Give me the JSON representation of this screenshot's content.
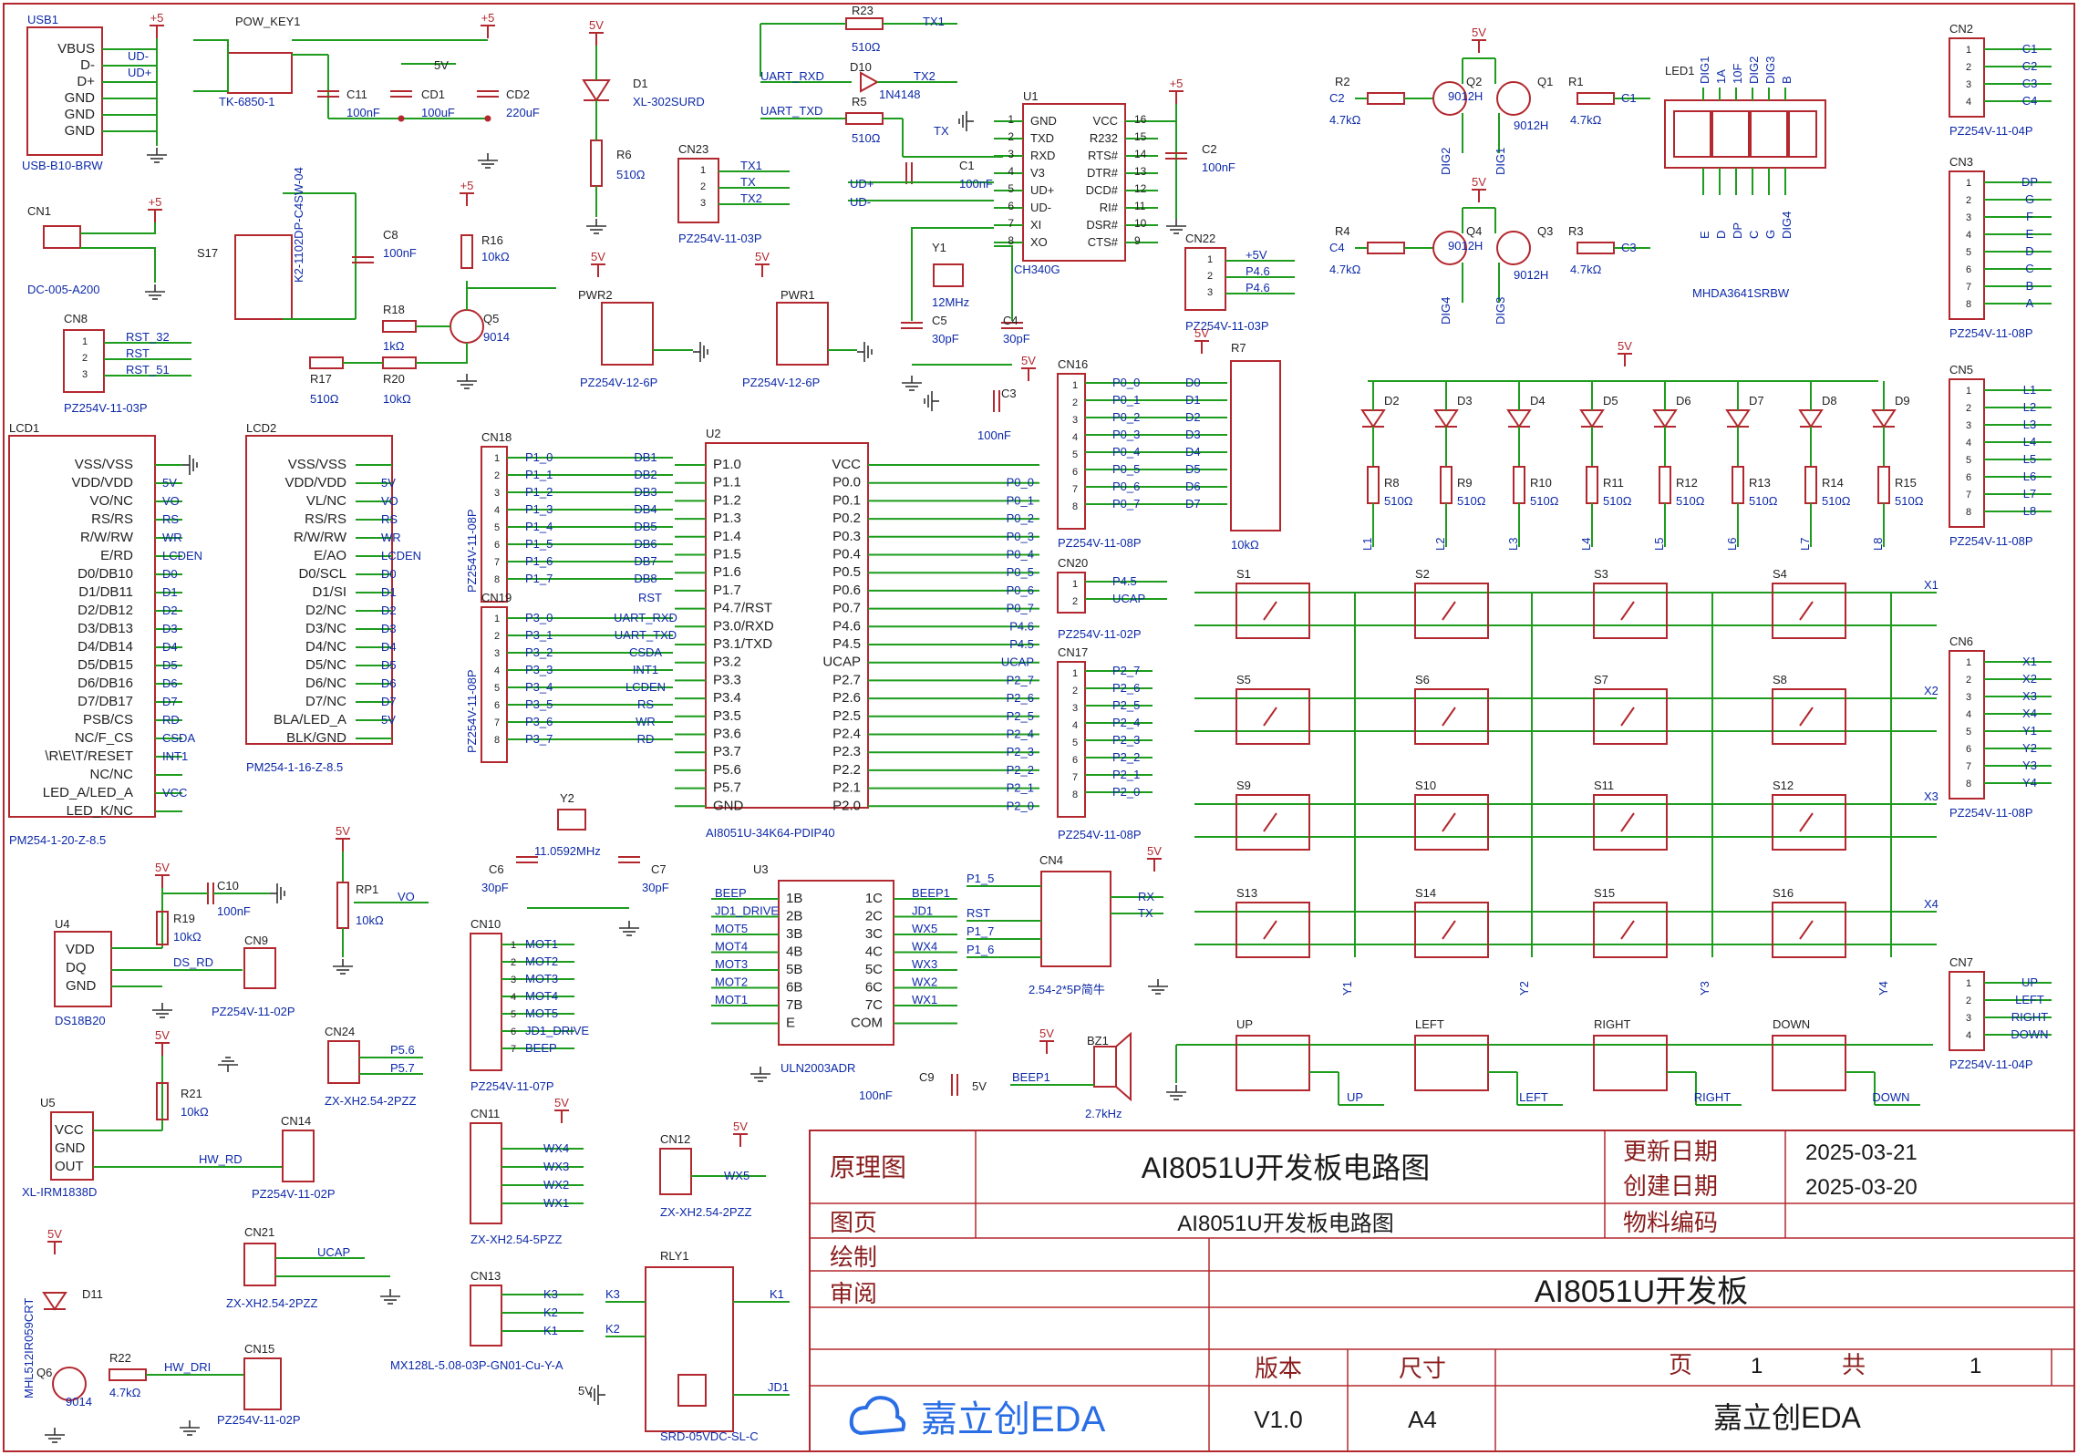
{
  "title_block": {
    "row1_label": "原理图",
    "main_title": "AI8051U开发板电路图",
    "update_label": "更新日期",
    "update_date": "2025-03-21",
    "create_label": "创建日期",
    "create_date": "2025-03-20",
    "page_label": "图页",
    "page_title": "AI8051U开发板电路图",
    "material_label": "物料编码",
    "drawn_label": "绘制",
    "review_label": "审阅",
    "board_name": "AI8051U开发板",
    "version_label": "版本",
    "size_label": "尺寸",
    "page_word": "页",
    "page_num": "1",
    "total_word": "共",
    "total_num": "1",
    "version": "V1.0",
    "size": "A4",
    "company": "嘉立创EDA",
    "logo_text": "嘉立创EDA"
  },
  "components": {
    "usb1": {
      "ref": "USB1",
      "part": "USB-B10-BRW",
      "pins": [
        "VBUS",
        "D-",
        "D+",
        "GND",
        "GND",
        "GND"
      ],
      "nets": [
        "UD-",
        "UD+"
      ],
      "power": "+5"
    },
    "pow_key1": {
      "ref": "POW_KEY1",
      "part": "TK-6850-1",
      "c11": "C11",
      "c11v": "100nF",
      "cd1": "CD1",
      "cd1v": "100uF",
      "cd2": "CD2",
      "cd2v": "220uF",
      "net": "5V",
      "power": "+5"
    },
    "cn1": {
      "ref": "CN1",
      "part": "DC-005-A200",
      "power": "+5"
    },
    "s17": {
      "ref": "S17",
      "part": "K2-1102DP-C4SW-04"
    },
    "c8": {
      "ref": "C8",
      "val": "100nF"
    },
    "r18": {
      "ref": "R18",
      "val": "1kΩ"
    },
    "r17": {
      "ref": "R17",
      "val": "510Ω"
    },
    "r20": {
      "ref": "R20",
      "val": "10kΩ"
    },
    "r16": {
      "ref": "R16",
      "val": "10kΩ"
    },
    "q5": {
      "ref": "Q5",
      "val": "9014"
    },
    "rst_nets": [
      "RST_51",
      "RST_32"
    ],
    "cn8": {
      "ref": "CN8",
      "part": "PZ254V-11-03P",
      "nets": [
        "RST_32",
        "RST",
        "RST_51"
      ]
    },
    "d1": {
      "ref": "D1",
      "part": "XL-302SURD",
      "r6": "R6",
      "r6v": "510Ω",
      "v": "5V"
    },
    "cn23": {
      "ref": "CN23",
      "part": "PZ254V-11-03P",
      "nets": [
        "TX1",
        "TX",
        "TX2"
      ]
    },
    "pwr2": {
      "ref": "PWR2",
      "part": "PZ254V-12-6P",
      "v": "5V"
    },
    "pwr1": {
      "ref": "PWR1",
      "part": "PZ254V-12-6P",
      "v": "5V"
    },
    "uart": {
      "r23": "R23",
      "r23v": "510Ω",
      "tx1": "TX1",
      "rxd": "UART_RXD",
      "d10": "D10",
      "d10v": "1N4148",
      "tx2": "TX2",
      "txd": "UART_TXD",
      "r5": "R5",
      "r5v": "510Ω",
      "tx": "TX"
    },
    "u1": {
      "ref": "U1",
      "part": "CH340G",
      "left": [
        "GND",
        "TXD",
        "RXD",
        "V3",
        "UD+",
        "UD-",
        "XI",
        "XO"
      ],
      "right": [
        "VCC",
        "R232",
        "RTS#",
        "DTR#",
        "DCD#",
        "RI#",
        "DSR#",
        "CTS#"
      ],
      "lnum": [
        "1",
        "2",
        "3",
        "4",
        "5",
        "6",
        "7",
        "8"
      ],
      "rnum": [
        "16",
        "15",
        "14",
        "13",
        "12",
        "11",
        "10",
        "9"
      ],
      "c1": "C1",
      "c1v": "100nF",
      "c2": "C2",
      "c2v": "100nF",
      "y1": "Y1",
      "y1v": "12MHz",
      "c5": "C5",
      "c5v": "30pF",
      "c4": "C4",
      "c4v": "30pF",
      "power": "+5",
      "udp": "UD+",
      "udm": "UD-"
    },
    "cn22": {
      "ref": "CN22",
      "part": "PZ254V-11-03P",
      "nets": [
        "+5V",
        "P4.6",
        "P4.6"
      ]
    },
    "q_led": {
      "c2": "C2",
      "r2": "R2",
      "r2v": "4.7kΩ",
      "q2": "Q2",
      "q2v": "9012H",
      "q1": "Q1",
      "q1v": "9012H",
      "r1": "R1",
      "r1v": "4.7kΩ",
      "c1": "C1",
      "dig2": "DIG2",
      "dig1": "DIG1",
      "c4": "C4",
      "r4": "R4",
      "r4v": "4.7kΩ",
      "q4": "Q4",
      "q4v": "9012H",
      "q3": "Q3",
      "q3v": "9012H",
      "r3": "R3",
      "r3v": "4.7kΩ",
      "c3": "C3",
      "dig4": "DIG4",
      "dig3": "DIG3",
      "v": "5V"
    },
    "led1": {
      "ref": "LED1",
      "part": "MHDA3641SRBW",
      "top": [
        "DIG1",
        "A",
        "F",
        "DIG2",
        "DIG3",
        "B"
      ],
      "bot": [
        "E",
        "D",
        "DP",
        "C",
        "G",
        "DIG4"
      ],
      "top_net": [
        "DIG1",
        "1A",
        "10F",
        "DIG2",
        "DIG3",
        "B"
      ],
      "bot_net": [
        "E",
        "D",
        "DP",
        "C",
        "G",
        "DIG4"
      ]
    },
    "cn2": {
      "ref": "CN2",
      "part": "PZ254V-11-04P",
      "nets": [
        "C1",
        "C2",
        "C3",
        "C4"
      ]
    },
    "cn3": {
      "ref": "CN3",
      "part": "PZ254V-11-08P",
      "nets": [
        "DP",
        "G",
        "F",
        "E",
        "D",
        "C",
        "B",
        "A"
      ]
    },
    "cn5": {
      "ref": "CN5",
      "part": "PZ254V-11-08P",
      "nets": [
        "L1",
        "L2",
        "L3",
        "L4",
        "L5",
        "L6",
        "L7",
        "L8"
      ]
    },
    "cn6": {
      "ref": "CN6",
      "part": "PZ254V-11-08P",
      "nets": [
        "X1",
        "X2",
        "X3",
        "X4",
        "Y1",
        "Y2",
        "Y3",
        "Y4"
      ]
    },
    "cn7": {
      "ref": "CN7",
      "part": "PZ254V-11-04P",
      "nets": [
        "UP",
        "LEFT",
        "RIGHT",
        "DOWN"
      ]
    },
    "leds": {
      "refs": [
        "D2",
        "D3",
        "D4",
        "D5",
        "D6",
        "D7",
        "D8",
        "D9"
      ],
      "rrefs": [
        "R8",
        "R9",
        "R10",
        "R11",
        "R12",
        "R13",
        "R14",
        "R15"
      ],
      "rv": "510Ω",
      "nets": [
        "L1",
        "L2",
        "L3",
        "L4",
        "L5",
        "L6",
        "L7",
        "L8"
      ],
      "v": "5V"
    },
    "lcd1": {
      "ref": "LCD1",
      "part": "PM254-1-20-Z-8.5",
      "pins": [
        "VSS/VSS",
        "VDD/VDD",
        "VO/NC",
        "RS/RS",
        "R/W/RW",
        "E/RD",
        "D0/DB10",
        "D1/DB11",
        "D2/DB12",
        "D3/DB13",
        "D4/DB14",
        "D5/DB15",
        "D6/DB16",
        "D7/DB17",
        "PSB/CS",
        "NC/F_CS",
        "\\R\\E\\T/RESET",
        "NC/NC",
        "LED_A/LED_A",
        "LED_K/NC"
      ],
      "nets": [
        "",
        "5V",
        "VO",
        "RS",
        "WR",
        "LCDEN",
        "D0",
        "D1",
        "D2",
        "D3",
        "D4",
        "D5",
        "D6",
        "D7",
        "RD",
        "CSDA",
        "INT1",
        "",
        "VCC",
        ""
      ]
    },
    "lcd2": {
      "ref": "LCD2",
      "part": "PM254-1-16-Z-8.5",
      "pins": [
        "VSS/VSS",
        "VDD/VDD",
        "VL/NC",
        "RS/RS",
        "R/W/RW",
        "E/AO",
        "D0/SCL",
        "D1/SI",
        "D2/NC",
        "D3/NC",
        "D4/NC",
        "D5/NC",
        "D6/NC",
        "D7/NC",
        "BLA/LED_A",
        "BLK/GND"
      ],
      "nets": [
        "",
        "5V",
        "VO",
        "RS",
        "WR",
        "LCDEN",
        "D0",
        "D1",
        "D2",
        "D3",
        "D4",
        "D5",
        "D6",
        "D7",
        "5V",
        ""
      ]
    },
    "cn18": {
      "ref": "CN18",
      "part": "PZ254V-11-08P",
      "nets": [
        "P1_0",
        "P1_1",
        "P1_2",
        "P1_3",
        "P1_4",
        "P1_5",
        "P1_6",
        "P1_7"
      ],
      "db": [
        "DB1",
        "DB2",
        "DB3",
        "DB4",
        "DB5",
        "DB6",
        "DB7",
        "DB8"
      ]
    },
    "cn19": {
      "ref": "CN19",
      "part": "PZ254V-11-08P",
      "nets": [
        "P3_0",
        "P3_1",
        "P3_2",
        "P3_3",
        "P3_4",
        "P3_5",
        "P3_6",
        "P3_7"
      ],
      "sig": [
        "UART_RXD",
        "UART_TXD",
        "CSDA",
        "INT1",
        "LCDEN",
        "RS",
        "WR",
        "RD"
      ]
    },
    "u2": {
      "ref": "U2",
      "part": "AI8051U-34K64-PDIP40",
      "left": [
        "P1.0",
        "P1.1",
        "P1.2",
        "P1.3",
        "P1.4",
        "P1.5",
        "P1.6",
        "P1.7",
        "P4.7/RST",
        "P3.0/RXD",
        "P3.1/TXD",
        "P3.2",
        "P3.3",
        "P3.4",
        "P3.5",
        "P3.6",
        "P3.7",
        "P5.6",
        "P5.7",
        "GND"
      ],
      "right": [
        "VCC",
        "P0.0",
        "P0.1",
        "P0.2",
        "P0.3",
        "P0.4",
        "P0.5",
        "P0.6",
        "P0.7",
        "P4.6",
        "P4.5",
        "UCAP",
        "P2.7",
        "P2.6",
        "P2.5",
        "P2.4",
        "P2.3",
        "P2.2",
        "P2.1",
        "P2.0"
      ],
      "rnets": [
        "",
        "P0_0",
        "P0_1",
        "P0_2",
        "P0_3",
        "P0_4",
        "P0_5",
        "P0_6",
        "P0_7",
        "P4.6",
        "P4.5",
        "UCAP",
        "P2_7",
        "P2_6",
        "P2_5",
        "P2_4",
        "P2_3",
        "P2_2",
        "P2_1",
        "P2_0"
      ],
      "rst": "RST",
      "y2": "Y2",
      "y2v": "11.0592MHz",
      "c6": "C6",
      "c6v": "30pF",
      "c7": "C7",
      "c7v": "30pF"
    },
    "cn16": {
      "ref": "CN16",
      "part": "PZ254V-11-08P",
      "nets": [
        "P0_0",
        "P0_1",
        "P0_2",
        "P0_3",
        "P0_4",
        "P0_5",
        "P0_6",
        "P0_7"
      ],
      "d": [
        "D0",
        "D1",
        "D2",
        "D3",
        "D4",
        "D5",
        "D6",
        "D7"
      ],
      "r7": "R7",
      "r7v": "10kΩ",
      "c3": "C3",
      "c3v": "100nF",
      "v": "5V"
    },
    "cn20": {
      "ref": "CN20",
      "part": "PZ254V-11-02P",
      "nets": [
        "P4.5",
        "UCAP"
      ]
    },
    "cn17": {
      "ref": "CN17",
      "part": "PZ254V-11-08P",
      "nets": [
        "P2_7",
        "P2_6",
        "P2_5",
        "P2_4",
        "P2_3",
        "P2_2",
        "P2_1",
        "P2_0"
      ]
    },
    "keys": {
      "names": [
        "S1",
        "S2",
        "S3",
        "S4",
        "S5",
        "S6",
        "S7",
        "S8",
        "S9",
        "S10",
        "S11",
        "S12",
        "S13",
        "S14",
        "S15",
        "S16"
      ],
      "rows": [
        "X1",
        "X2",
        "X3",
        "X4"
      ],
      "cols": [
        "Y1",
        "Y2",
        "Y3",
        "Y4"
      ],
      "dir": [
        "UP",
        "LEFT",
        "RIGHT",
        "DOWN"
      ]
    },
    "u4": {
      "ref": "U4",
      "part": "DS18B20",
      "pins": [
        "VDD",
        "DQ",
        "GND"
      ],
      "r19": "R19",
      "r19v": "10kΩ",
      "net": "DS_RD",
      "c10": "C10",
      "c10v": "100nF",
      "v": "5V",
      "cn9": "CN9",
      "cn9p": "PZ254V-11-02P"
    },
    "rp1": {
      "ref": "RP1",
      "val": "10kΩ",
      "net": "VO",
      "v": "5V"
    },
    "u5": {
      "ref": "U5",
      "part": "XL-IRM1838D",
      "pins": [
        "VCC",
        "GND",
        "OUT"
      ],
      "r21": "R21",
      "r21v": "10kΩ",
      "net": "HW_RD",
      "v": "5V",
      "cn14": "CN14",
      "cn14p": "PZ254V-11-02P"
    },
    "d11": {
      "ref": "D11",
      "part": "MHL512IR059CRT",
      "q6": "Q6",
      "q6v": "9014",
      "r22": "R22",
      "r22v": "4.7kΩ",
      "net": "HW_DRI",
      "v": "5V",
      "cn15": "CN15",
      "cn15p": "PZ254V-11-02P"
    },
    "cn10": {
      "ref": "CN10",
      "part": "PZ254V-11-07P",
      "nets": [
        "MOT1",
        "MOT2",
        "MOT3",
        "MOT4",
        "MOT5",
        "JD1_DRIVE",
        "BEEP"
      ]
    },
    "cn11": {
      "ref": "CN11",
      "part": "ZX-XH2.54-5PZZ",
      "nets": [
        "WX4",
        "WX3",
        "WX2",
        "WX1"
      ],
      "v": "5V"
    },
    "cn12": {
      "ref": "CN12",
      "part": "ZX-XH2.54-2PZZ",
      "net": "WX5",
      "v": "5V"
    },
    "cn13": {
      "ref": "CN13",
      "part": "MX128L-5.08-03P-GN01-Cu-Y-A",
      "nets": [
        "K3",
        "K2",
        "K1"
      ]
    },
    "cn21": {
      "ref": "CN21",
      "part": "ZX-XH2.54-2PZZ",
      "net": "UCAP"
    },
    "cn24": {
      "ref": "CN24",
      "part": "ZX-XH2.54-2PZZ",
      "nets": [
        "P5.6",
        "P5.7"
      ]
    },
    "u3": {
      "ref": "U3",
      "part": "ULN2003ADR",
      "left": [
        "1B",
        "2B",
        "3B",
        "4B",
        "5B",
        "6B",
        "7B",
        "E"
      ],
      "right": [
        "1C",
        "2C",
        "3C",
        "4C",
        "5C",
        "6C",
        "7C",
        "COM"
      ],
      "lnets": [
        "BEEP",
        "JD1_DRIVE",
        "MOT5",
        "MOT4",
        "MOT3",
        "MOT2",
        "MOT1",
        ""
      ],
      "rnets": [
        "BEEP1",
        "JD1",
        "WX5",
        "WX4",
        "WX3",
        "WX2",
        "WX1",
        ""
      ],
      "c9": "C9",
      "c9v": "100nF",
      "v": "5V"
    },
    "cn4": {
      "ref": "CN4",
      "part": "2.54-2*5P简牛",
      "left": [
        "P1_5",
        "RST",
        "P1_7",
        "P1_6"
      ],
      "right": [
        "RX",
        "TX"
      ],
      "v": "5V"
    },
    "bz1": {
      "ref": "BZ1",
      "val": "2.7kHz",
      "net": "BEEP1",
      "v": "5V"
    },
    "rly1": {
      "ref": "RLY1",
      "part": "SRD-05VDC-SL-C",
      "nets": [
        "K3",
        "K2",
        "K1",
        "JD1"
      ],
      "v": "5V"
    }
  }
}
